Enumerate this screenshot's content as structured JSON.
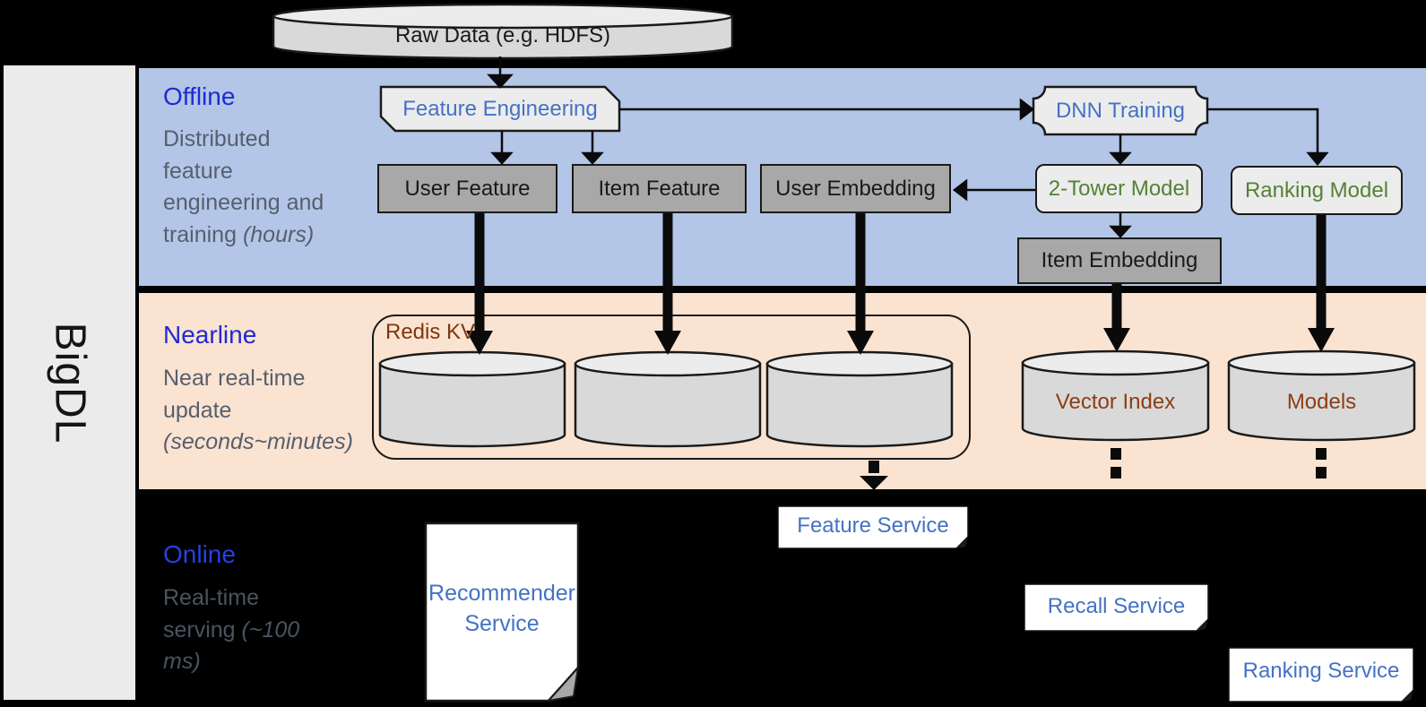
{
  "brand": "BigDL",
  "source": {
    "label": "Raw Data (e.g. HDFS)"
  },
  "bands": {
    "offline": {
      "title": "Offline",
      "desc": "Distributed feature engineering and training",
      "note": "(hours)"
    },
    "nearline": {
      "title": "Nearline",
      "desc": "Near real-time update",
      "note": "(seconds~minutes)"
    },
    "online": {
      "title": "Online",
      "desc": "Real-time serving",
      "note": "(~100 ms)"
    }
  },
  "nodes": {
    "feature_engineering": "Feature Engineering",
    "dnn_training": "DNN Training",
    "user_feature": "User Feature",
    "item_feature": "Item Feature",
    "user_embedding": "User Embedding",
    "two_tower_model": "2-Tower Model",
    "ranking_model": "Ranking Model",
    "item_embedding": "Item Embedding",
    "redis_kv": "Redis KV",
    "vector_index": "Vector Index",
    "models": "Models",
    "recommender_service": "Recommender Service",
    "feature_service": "Feature Service",
    "recall_service": "Recall Service",
    "ranking_service": "Ranking Service"
  },
  "colors": {
    "background": "#000000",
    "band_offline_bg": "#b3c6e7",
    "band_nearline_bg": "#fbe3d1",
    "sidebar_bg": "#ebebeb",
    "section_title_blue": "#1f2bd4",
    "section_desc_gray": "#565f6d",
    "node_text_blue": "#4472c4",
    "node_text_green": "#548235",
    "node_text_brown": "#8c3e12",
    "gray_box_fill": "#a8a8a8",
    "light_box_fill": "#ececec",
    "cylinder_fill": "#d9d9d9",
    "connector_black": "#0a0a0a"
  }
}
